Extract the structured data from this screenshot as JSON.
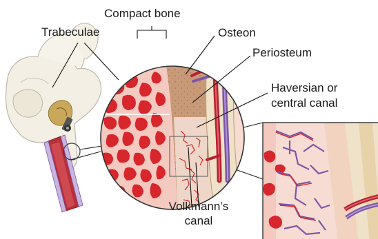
{
  "labels": {
    "compact_bone": "Compact bone",
    "trabeculae": "Trabeculae",
    "osteon": "Osteon",
    "periosteum": "Periosteum",
    "haversian_line1": "Haversian or",
    "haversian_line2": "central canal",
    "volkmann_line1": "Volkmann’s",
    "volkmann_line2": "canal"
  },
  "colors": {
    "spongy_red": "#d7262c",
    "marrow_pink": "#f3c9c0",
    "compact_tan": "#c99a78",
    "periosteum_cream": "#efe2c8",
    "artery_red": "#b8202e",
    "vein_purple": "#7d55a8",
    "outline": "#333333"
  },
  "icons": {
    "knee_joint": "knee-joint-illustration",
    "magnifier_circle": "magnifier-circle",
    "zoom_inset": "zoom-inset-panel"
  }
}
